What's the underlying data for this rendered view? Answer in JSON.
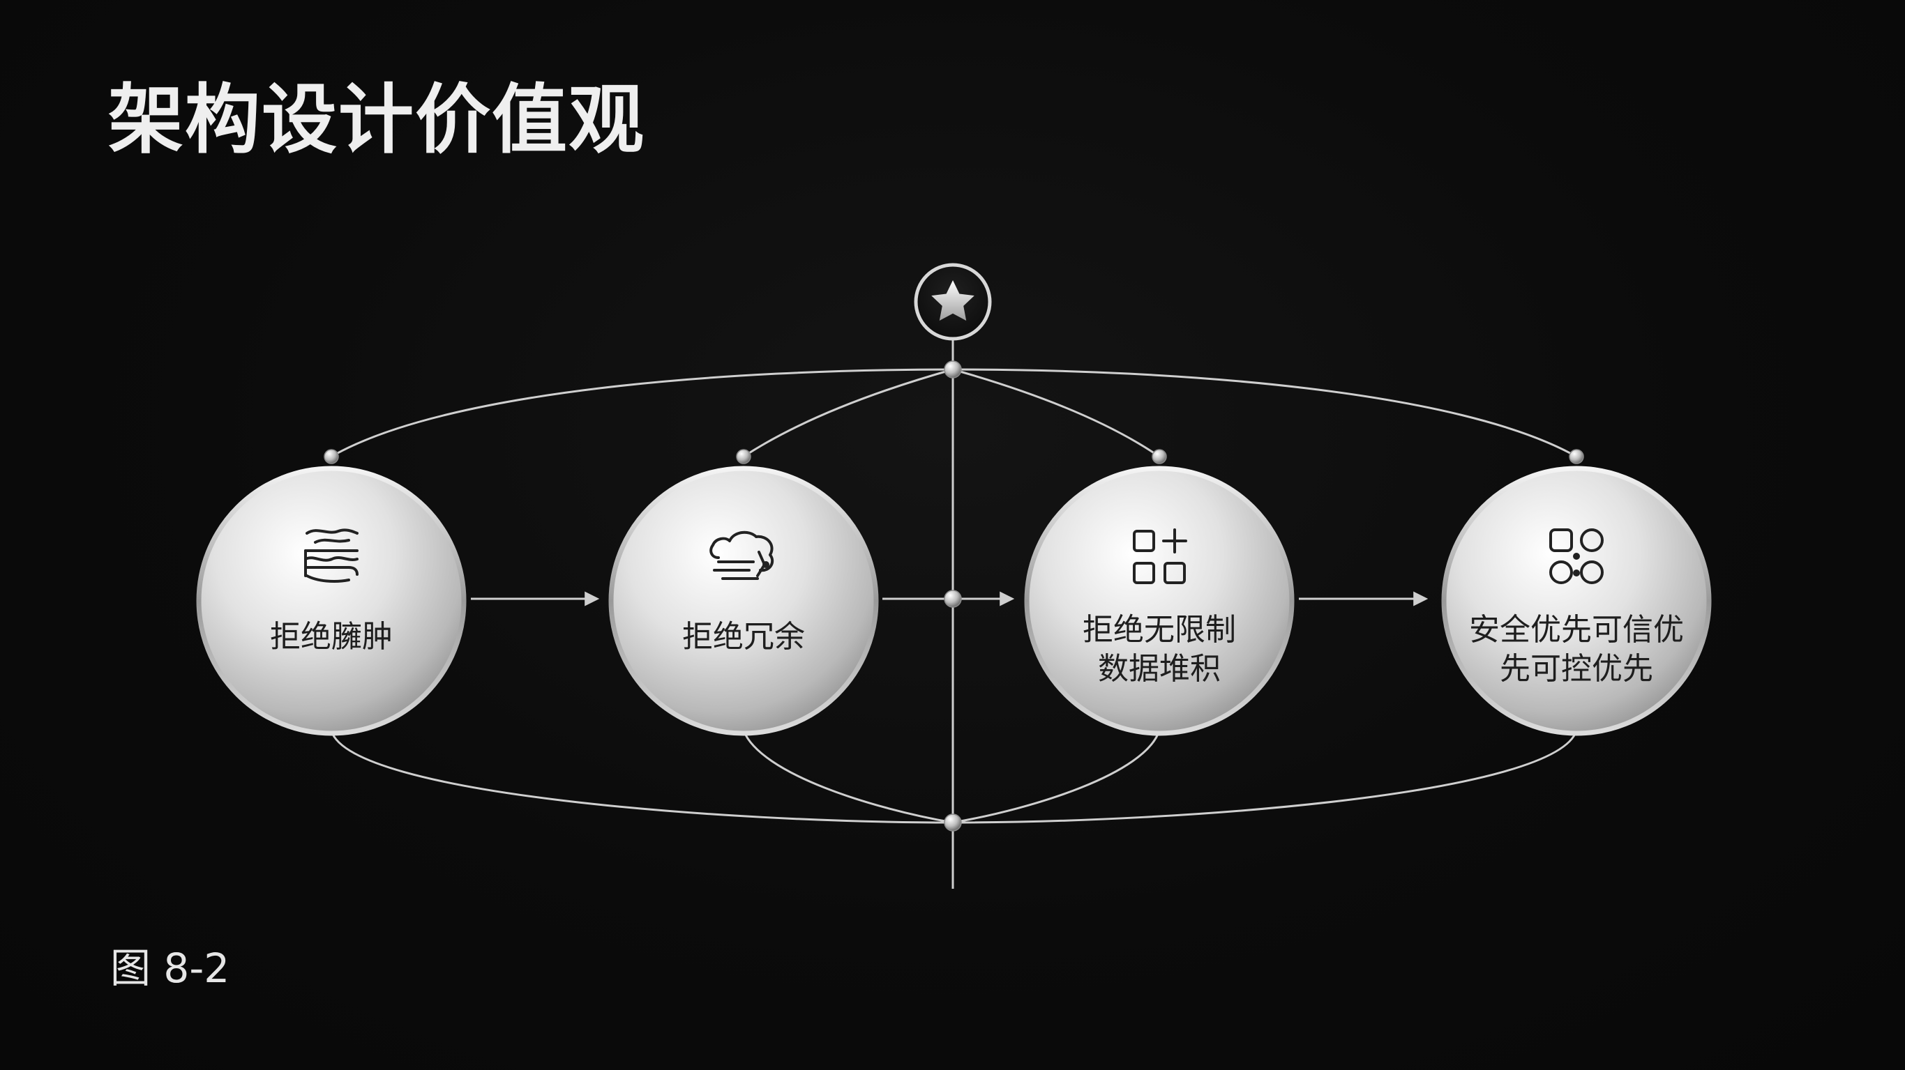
{
  "title": "架构设计价值观",
  "caption": "图 8-2",
  "top_icon": "star-icon",
  "nodes": [
    {
      "label_lines": [
        "拒绝臃肿"
      ],
      "icon": "slim-layers-icon"
    },
    {
      "label_lines": [
        "拒绝冗余"
      ],
      "icon": "cloud-stack-icon"
    },
    {
      "label_lines": [
        "拒绝无限制",
        "数据堆积"
      ],
      "icon": "add-grid-icon"
    },
    {
      "label_lines": [
        "安全优先可信优",
        "先可控优先"
      ],
      "icon": "apps-grid-icon"
    }
  ],
  "colors": {
    "background": "#0b0b0b",
    "line": "#cfcfcf",
    "node_fill": "#d9d9d9",
    "text": "#1e1e1e"
  }
}
